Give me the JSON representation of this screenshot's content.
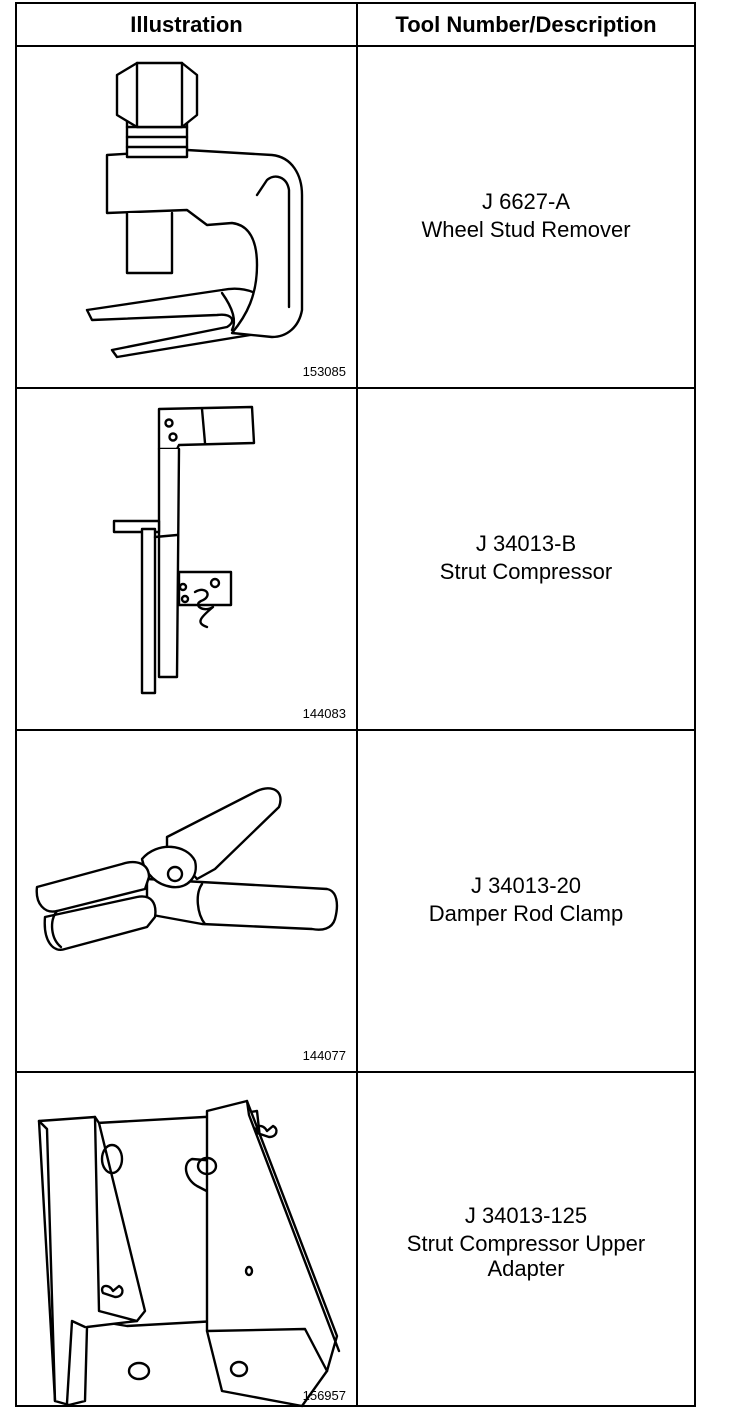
{
  "header": {
    "col1": "Illustration",
    "col2": "Tool Number/Description"
  },
  "rows": [
    {
      "figure": "153085",
      "number": "J 6627-A",
      "description": "Wheel Stud Remover",
      "description2": "",
      "icon": "wheel-stud-remover-icon"
    },
    {
      "figure": "144083",
      "number": "J 34013-B",
      "description": "Strut Compressor",
      "description2": "",
      "icon": "strut-compressor-icon"
    },
    {
      "figure": "144077",
      "number": "J 34013-20",
      "description": "Damper Rod Clamp",
      "description2": "",
      "icon": "damper-rod-clamp-icon"
    },
    {
      "figure": "156957",
      "number": "J 34013-125",
      "description": "Strut Compressor Upper",
      "description2": "Adapter",
      "icon": "strut-compressor-upper-adapter-icon"
    }
  ]
}
